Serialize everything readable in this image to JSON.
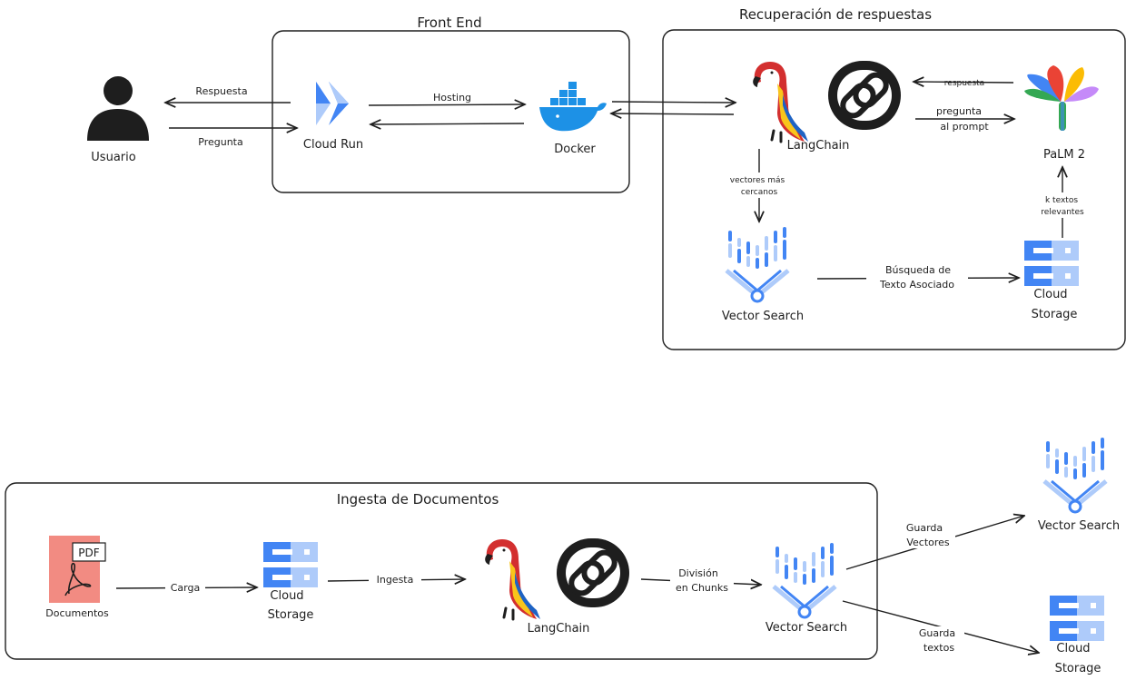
{
  "frames": {
    "front_end": "Front End",
    "recuperacion": "Recuperación de respuestas",
    "ingesta": "Ingesta de Documentos"
  },
  "nodes": {
    "usuario": "Usuario",
    "cloud_run": "Cloud Run",
    "docker": "Docker",
    "langchain_top": "LangChain",
    "palm2": "PaLM 2",
    "vector_search_top": "Vector Search",
    "cloud_storage_top_1": "Cloud",
    "cloud_storage_top_2": "Storage",
    "documentos": "Documentos",
    "pdf_tag": "PDF",
    "cloud_storage_mid_1": "Cloud",
    "cloud_storage_mid_2": "Storage",
    "langchain_bottom": "LangChain",
    "vector_search_mid": "Vector Search",
    "vector_search_right": "Vector Search",
    "cloud_storage_right_1": "Cloud",
    "cloud_storage_right_2": "Storage"
  },
  "edges": {
    "respuesta_usuario": "Respuesta",
    "pregunta_usuario": "Pregunta",
    "hosting": "Hosting",
    "respuesta_palm": "respuesta",
    "pregunta_prompt_1": "pregunta",
    "pregunta_prompt_2": "al prompt",
    "vectores_cercanos_1": "vectores más",
    "vectores_cercanos_2": "cercanos",
    "k_textos_1": "k textos",
    "k_textos_2": "relevantes",
    "busqueda_1": "Búsqueda de",
    "busqueda_2": "Texto Asociado",
    "carga": "Carga",
    "ingesta": "Ingesta",
    "division_1": "División",
    "division_2": "en Chunks",
    "guarda_vectores_1": "Guarda",
    "guarda_vectores_2": "Vectores",
    "guarda_textos_1": "Guarda",
    "guarda_textos_2": "textos"
  },
  "colors": {
    "ink": "#1e1e1e",
    "gcp_blue": "#4285f4",
    "gcp_light_blue": "#aecbfa",
    "docker_blue": "#1d91e6",
    "pdf_red": "#f28b82",
    "parrot_red": "#d32f2f",
    "parrot_yellow": "#f9c51b",
    "parrot_blue": "#1e63c4"
  },
  "icons": [
    "user-icon",
    "cloud-run-icon",
    "docker-icon",
    "parrot-icon",
    "chain-link-icon",
    "palm-icon",
    "vector-search-icon",
    "cloud-storage-icon",
    "pdf-icon"
  ]
}
